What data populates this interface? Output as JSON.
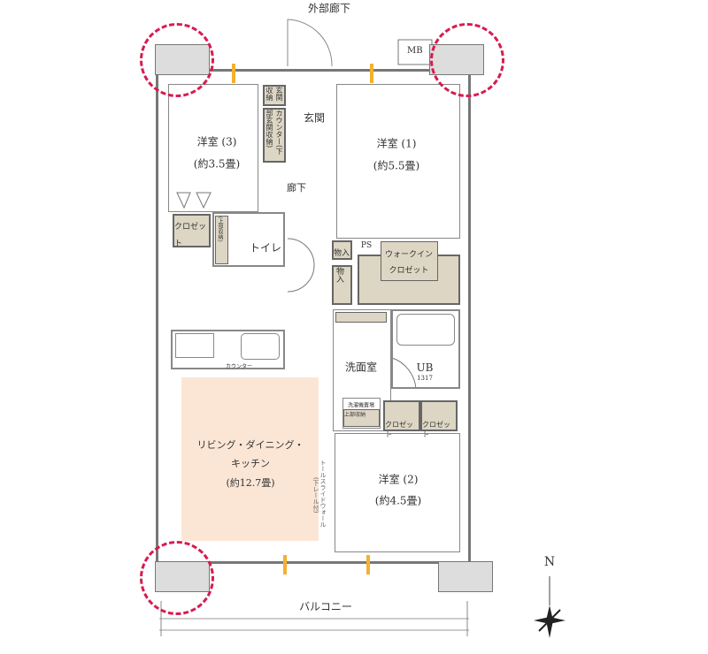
{
  "corridor": "外部廊下",
  "balcony": "バルコニー",
  "compass": "N",
  "mb": "MB",
  "ps": "PS",
  "rooms": {
    "western3": {
      "name": "洋室 (3)",
      "size": "(約3.5畳)"
    },
    "western1": {
      "name": "洋室 (1)",
      "size": "(約5.5畳)"
    },
    "western2": {
      "name": "洋室 (2)",
      "size": "(約4.5畳)"
    },
    "entrance": "玄関",
    "hallway": "廊下",
    "toilet": "トイレ",
    "washroom": "洗面室",
    "ub": "UB",
    "ub_size": "1317",
    "ldk_line1": "リビング・ダイニング・",
    "ldk_line2": "キッチン",
    "ldk_size": "(約12.7畳)"
  },
  "storage": {
    "closet": "クロゼット",
    "storage": "物入",
    "walkin1": "ウォークイン",
    "walkin2": "クロゼット",
    "entrance_storage": "玄関収納",
    "counter_storage": "カウンター(下部玄関収納)",
    "upper_storage": "上部収納",
    "upper_storage_paren": "(上部収納)",
    "washer": "洗濯機置場",
    "kitchen_counter": "カウンター",
    "tall_slide1": "トールスライドウォール",
    "tall_slide2": "(下レール付)"
  },
  "colors": {
    "highlight": "#d81b50",
    "ldk": "#fbe6d6",
    "storage": "#ddd6c4"
  }
}
